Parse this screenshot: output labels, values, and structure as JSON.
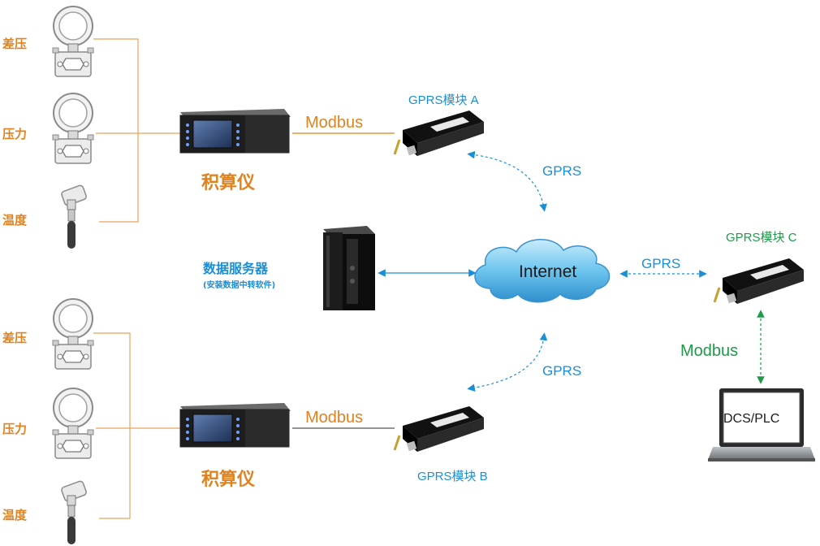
{
  "sensors": {
    "group_a": [
      "差压",
      "压力",
      "温度"
    ],
    "group_b": [
      "差压",
      "压力",
      "温度"
    ]
  },
  "integrator_label": "积算仪",
  "modbus_label": "Modbus",
  "gprs_label": "GPRS",
  "module_a": "GPRS模块 A",
  "module_b": "GPRS模块 B",
  "module_c": "GPRS模块 C",
  "server_title": "数据服务器",
  "server_subtitle": "(安装数据中转软件)",
  "internet_label": "Internet",
  "dcs_label": "DCS/PLC",
  "colors": {
    "orange": "#e0821f",
    "blue": "#1a8fd6",
    "green": "#1f9a48",
    "cloud": "#5bb8ea"
  }
}
